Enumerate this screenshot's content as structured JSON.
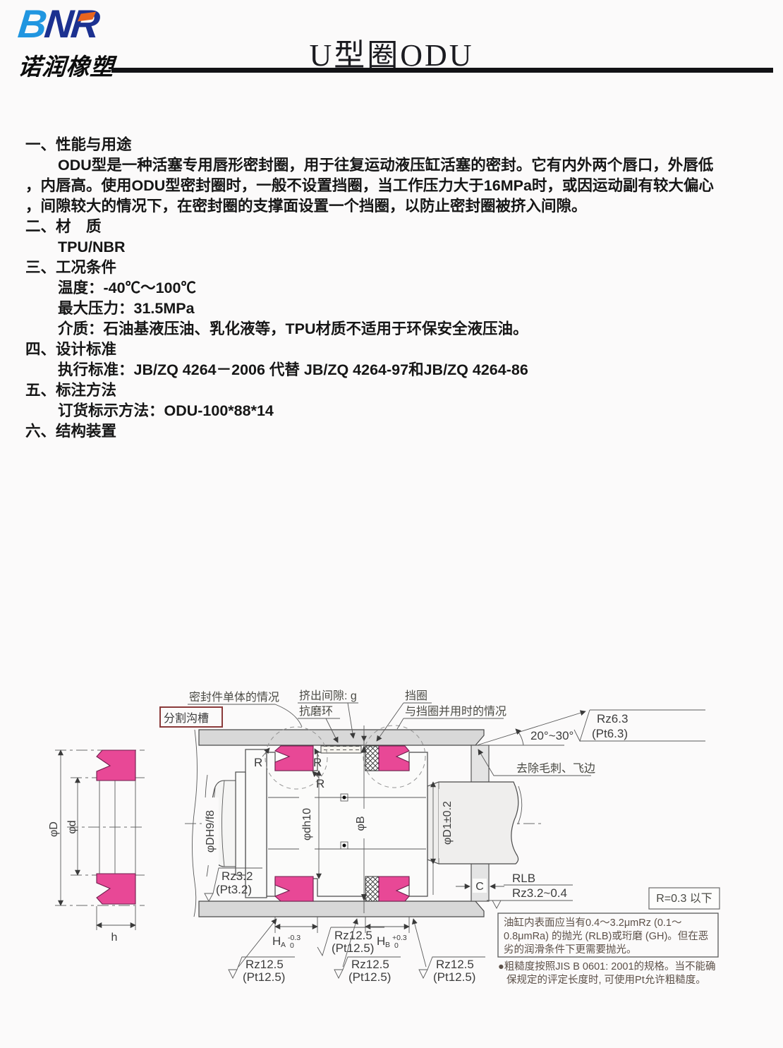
{
  "header": {
    "logo_text": "BNR",
    "logo_b": "B",
    "logo_n": "N",
    "logo_r": "R",
    "logo_subtext": "诺润橡塑",
    "title": "U型圈ODU"
  },
  "sections": [
    {
      "heading": "一、性能与用途",
      "lines": [
        "ODU型是一种活塞专用唇形密封圈，用于往复运动液压缸活塞的密封。它有内外两个唇口，外唇低",
        "，内唇高。使用ODU型密封圈时，一般不设置挡圈，当工作压力大于16MPa时，或因运动副有较大偏心",
        "，间隙较大的情况下，在密封圈的支撑面设置一个挡圈，以防止密封圈被挤入间隙。"
      ]
    },
    {
      "heading": "二、材　质",
      "lines": [
        "TPU/NBR"
      ]
    },
    {
      "heading": "三、工况条件",
      "lines": [
        "温度：-40℃～100℃",
        "最大压力：31.5MPa",
        "介质：石油基液压油、乳化液等，TPU材质不适用于环保安全液压油。"
      ]
    },
    {
      "heading": "四、设计标准",
      "lines": [
        "执行标准：JB/ZQ 4264－2006 代替 JB/ZQ 4264-97和JB/ZQ 4264-86"
      ]
    },
    {
      "heading": "五、标注方法",
      "lines": [
        "订货标示方法：ODU-100*88*14"
      ]
    },
    {
      "heading": "六、结构装置",
      "lines": []
    }
  ],
  "diagram": {
    "colors": {
      "seal_pink": "#e84896",
      "metal_gray": "#d8d8d8",
      "accent_maroon": "#8a3a3a",
      "logo_blue_light": "#2196e0",
      "logo_navy": "#1c3190",
      "logo_orange": "#e8641e"
    },
    "callouts": {
      "split_groove": "分割沟槽",
      "seal_alone": "密封件单体的情况",
      "extrusion_gap": "挤出间隙: g",
      "wear_ring": "抗磨环",
      "backup_ring": "挡圈",
      "with_backup_ring": "与挡圈并用时的情况",
      "deburr": "去除毛刺、飞边",
      "angle": "20°~30°",
      "rz63": "Rz6.3",
      "pt63": "(Pt6.3)",
      "rz32": "Rz3.2",
      "pt32": "(Pt3.2)",
      "rz125": "Rz12.5",
      "pt125": "(Pt12.5)",
      "rlb": "RLB",
      "rz32_04": "Rz3.2~0.4",
      "r_max_box": "R=0.3 以下",
      "r": "R",
      "phi_D": "φD",
      "phi_d": "φd",
      "h": "h",
      "phi_DH9f8": "φDH9/f8",
      "phi_dh10": "φdh10",
      "phi_B": "φB",
      "phi_D1": "φD1±0.2",
      "c": "C",
      "ha": "H",
      "ha_sub": "A",
      "ha_tol_up": "-0.3",
      "ha_tol_dn": "0",
      "hb": "H",
      "hb_sub": "B",
      "hb_tol_up": "+0.3",
      "hb_tol_dn": "0",
      "note_box": [
        "油缸内表面应当有0.4～3.2μmRz (0.1～",
        "0.8μmRa) 的抛光 (RLB)或珩磨 (GH)。但在恶",
        "劣的润滑条件下更需要抛光。"
      ],
      "bullet_note": [
        "●粗糙度按照JIS B 0601: 2001的规格。当不能确",
        "保规定的评定长度时, 可使用Pt允许粗糙度。"
      ]
    }
  }
}
